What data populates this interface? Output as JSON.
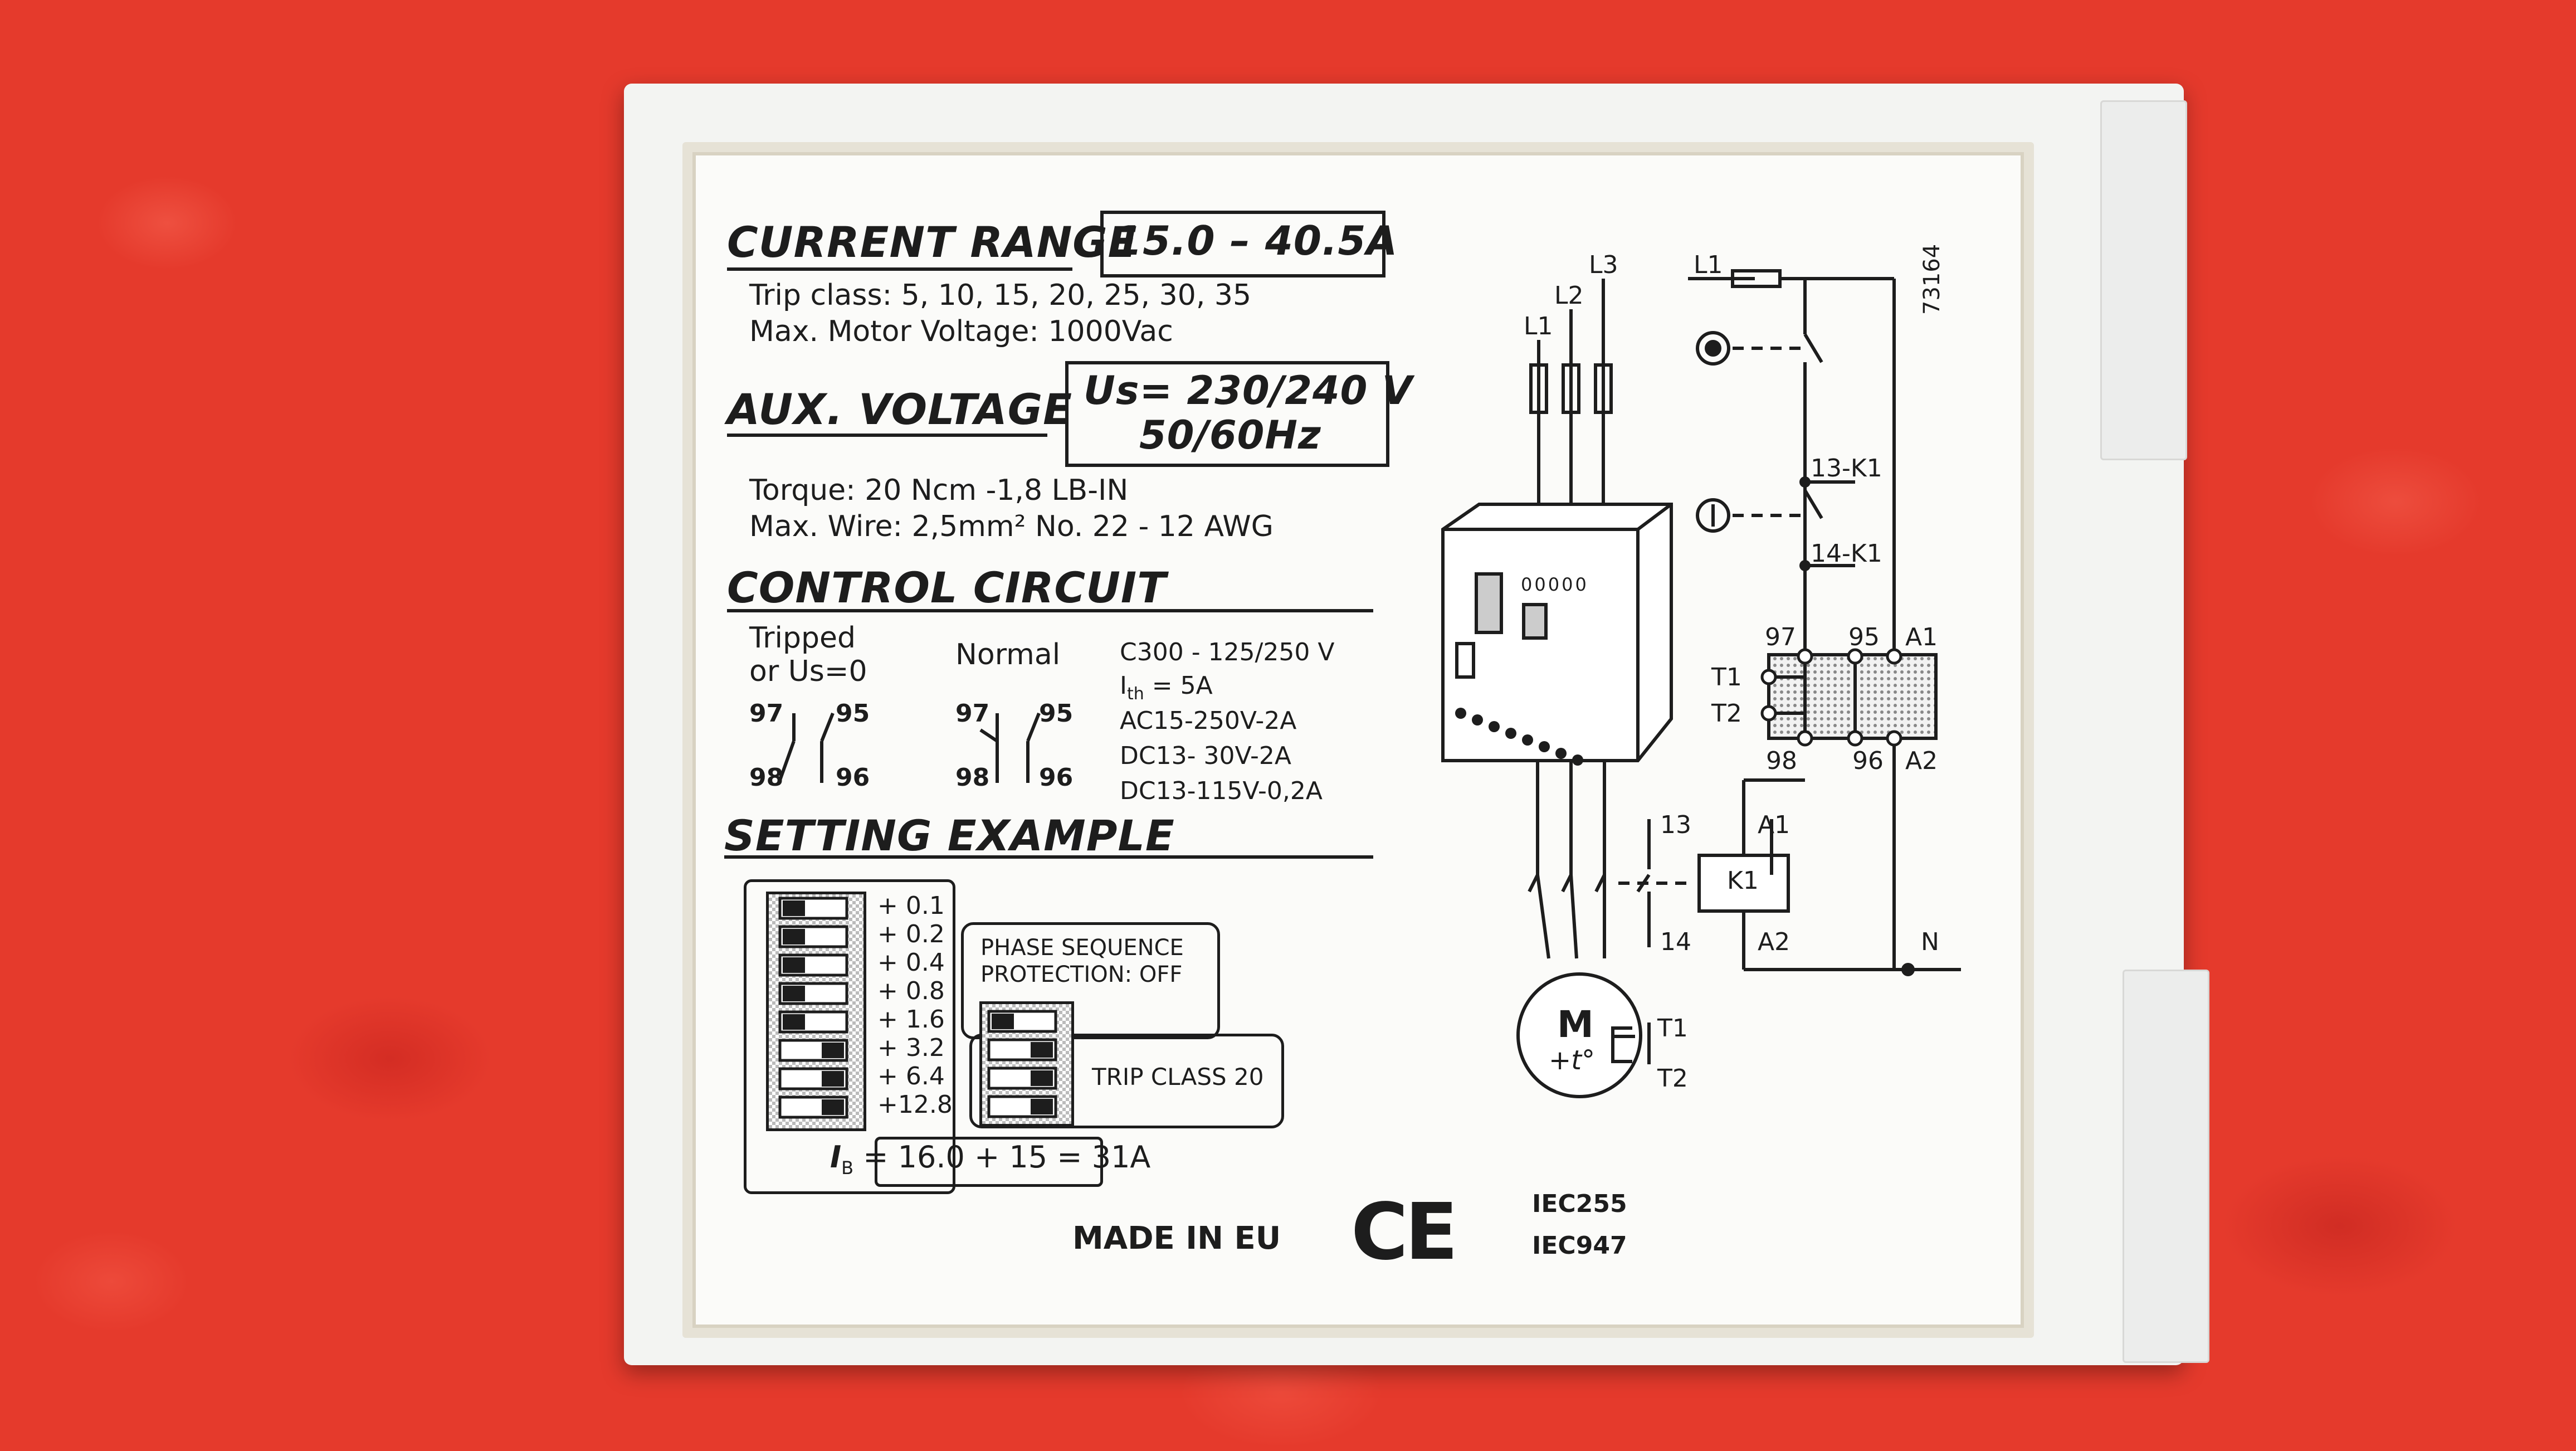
{
  "current_range": {
    "heading": "CURRENT RANGE",
    "value": "15.0 – 40.5A",
    "trip_class": "Trip class: 5, 10, 15, 20, 25, 30, 35",
    "max_motor_voltage": "Max. Motor Voltage: 1000Vac"
  },
  "aux_voltage": {
    "heading": "AUX. VOLTAGE",
    "line1": "Us= 230/240 V",
    "line2": "50/60Hz",
    "torque": "Torque: 20 Ncm -1,8 LB-IN",
    "max_wire": "Max. Wire: 2,5mm² No. 22 - 12 AWG"
  },
  "control_circuit": {
    "heading": "CONTROL CIRCUIT",
    "tripped_label_1": "Tripped",
    "tripped_label_2": "or Us=0",
    "normal_label": "Normal",
    "contact_labels": {
      "c97": "97",
      "c95": "95",
      "c98": "98",
      "c96": "96"
    },
    "ratings": [
      "C300 - 125/250 V",
      "I",
      "th",
      " = 5A",
      "AC15-250V-2A",
      "DC13-  30V-2A",
      "DC13-115V-0,2A"
    ]
  },
  "setting_example": {
    "heading": "SETTING EXAMPLE",
    "steps": [
      "+ 0.1",
      "+ 0.2",
      "+ 0.4",
      "+ 0.8",
      "+ 1.6",
      "+ 3.2",
      "+ 6.4",
      "+12.8"
    ],
    "phase_sequence_1": "PHASE SEQUENCE",
    "phase_sequence_2": "PROTECTION: OFF",
    "trip_class_20": "TRIP CLASS 20",
    "formula_i": "I",
    "formula_sub": "B",
    "formula_rest": " = 16.0 + 15 = 31A"
  },
  "footer": {
    "made_in": "MADE IN EU",
    "ce": "CE",
    "iec1": "IEC255",
    "iec2": "IEC947"
  },
  "diagram": {
    "code": "73164",
    "phases": [
      "L1",
      "L2",
      "L3"
    ],
    "l1_right": "L1",
    "k1_13": "13-K1",
    "k1_14": "14-K1",
    "t1": "T1",
    "t2": "T2",
    "a1": "A1",
    "a2": "A2",
    "n": "N",
    "c13": "13",
    "c14": "14",
    "k1": "K1",
    "motor": "M",
    "motor_t": "+t°",
    "c97": "97",
    "c95": "95",
    "c98": "98",
    "c96": "96",
    "relay_display": "00000"
  }
}
